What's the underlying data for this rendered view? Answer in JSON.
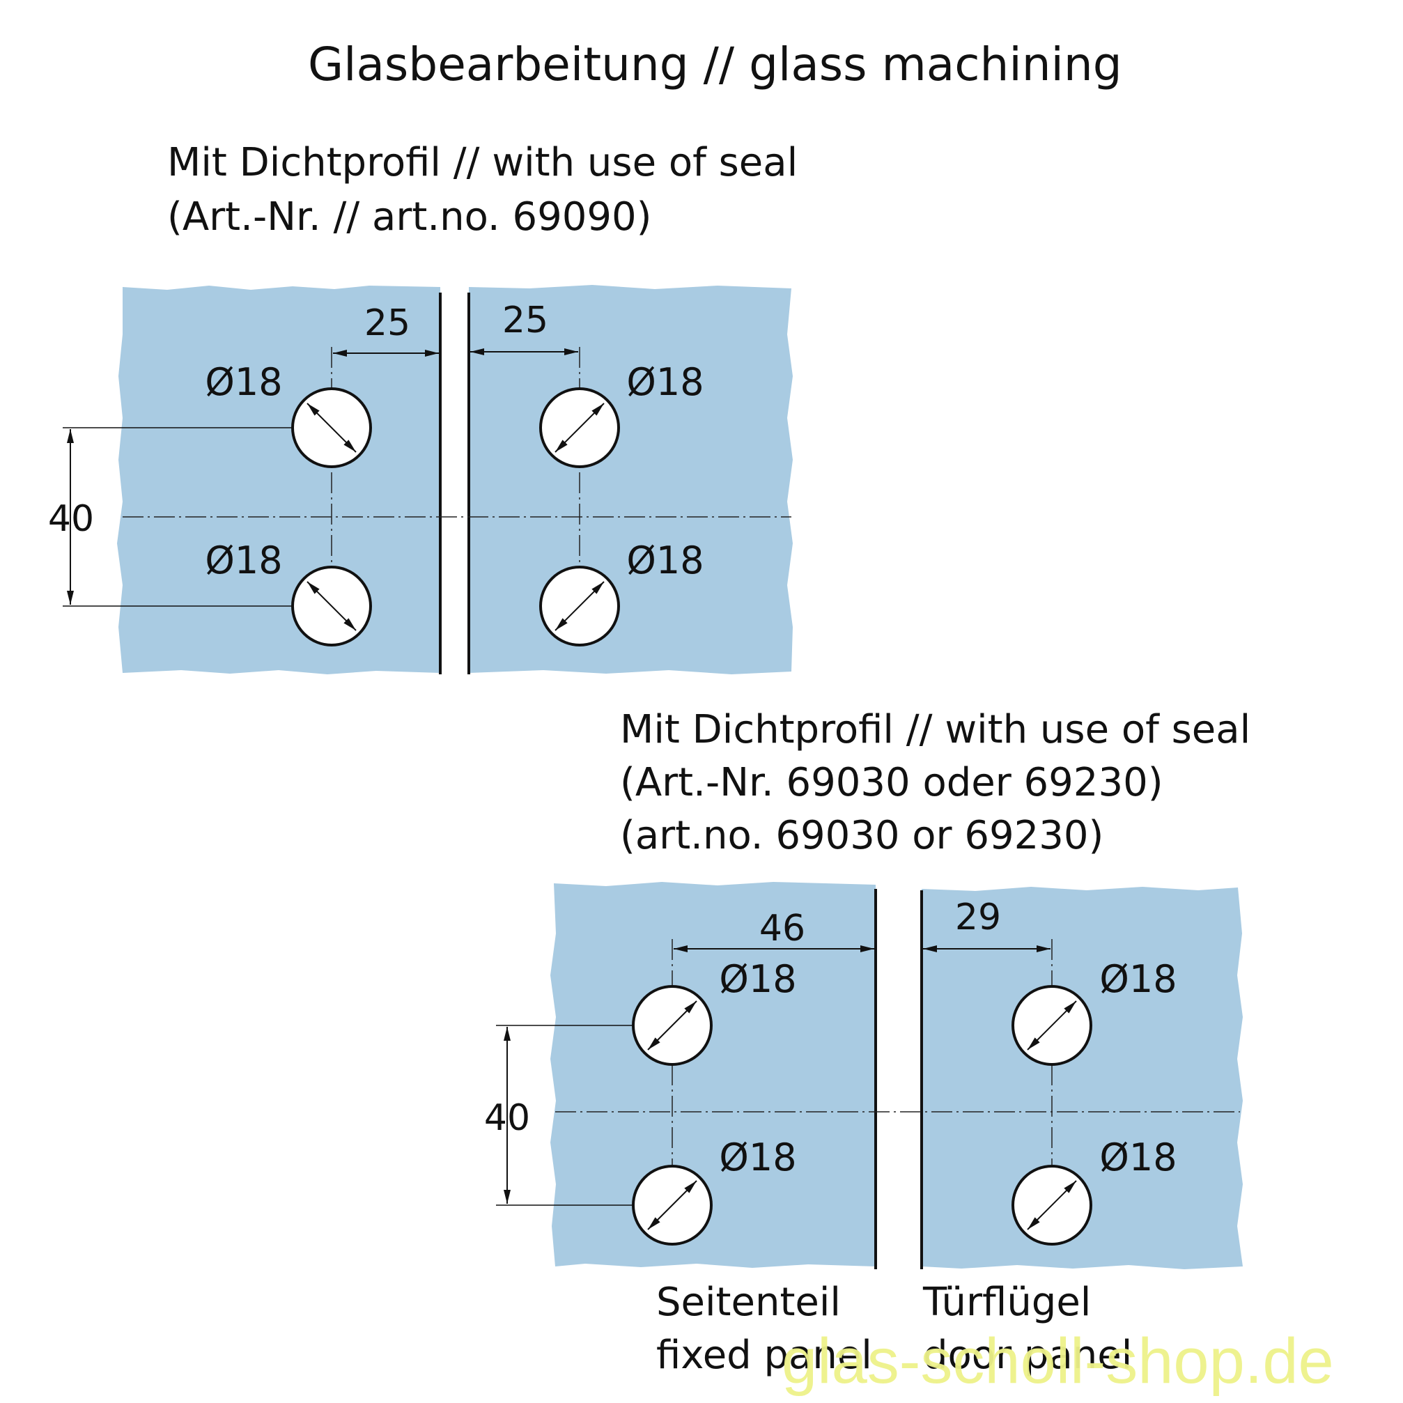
{
  "title": "Glasbearbeitung // glass machining",
  "section_top": {
    "line1": "Mit Dichtprofil // with use of seal",
    "line2": "(Art.-Nr. // art.no. 69090)",
    "dim_left_edge": "25",
    "dim_right_edge": "25",
    "dim_vertical": "40",
    "holes": [
      "Ø18",
      "Ø18",
      "Ø18",
      "Ø18"
    ]
  },
  "section_bottom": {
    "line1": "Mit Dichtprofil // with use of seal",
    "line2": "(Art.-Nr. 69030 oder 69230)",
    "line3": "(art.no.  69030 or 69230)",
    "dim_left_edge": "46",
    "dim_right_edge": "29",
    "dim_vertical": "40",
    "holes": [
      "Ø18",
      "Ø18",
      "Ø18",
      "Ø18"
    ],
    "left_label_de": "Seitenteil",
    "left_label_en": "fixed panel",
    "right_label_de": "Türflügel",
    "right_label_en": "door panel"
  },
  "watermark": "glas-scholl-shop.de",
  "colors": {
    "glass": "#a9cbe2",
    "line": "#111111",
    "watermark": "#eef28a"
  }
}
